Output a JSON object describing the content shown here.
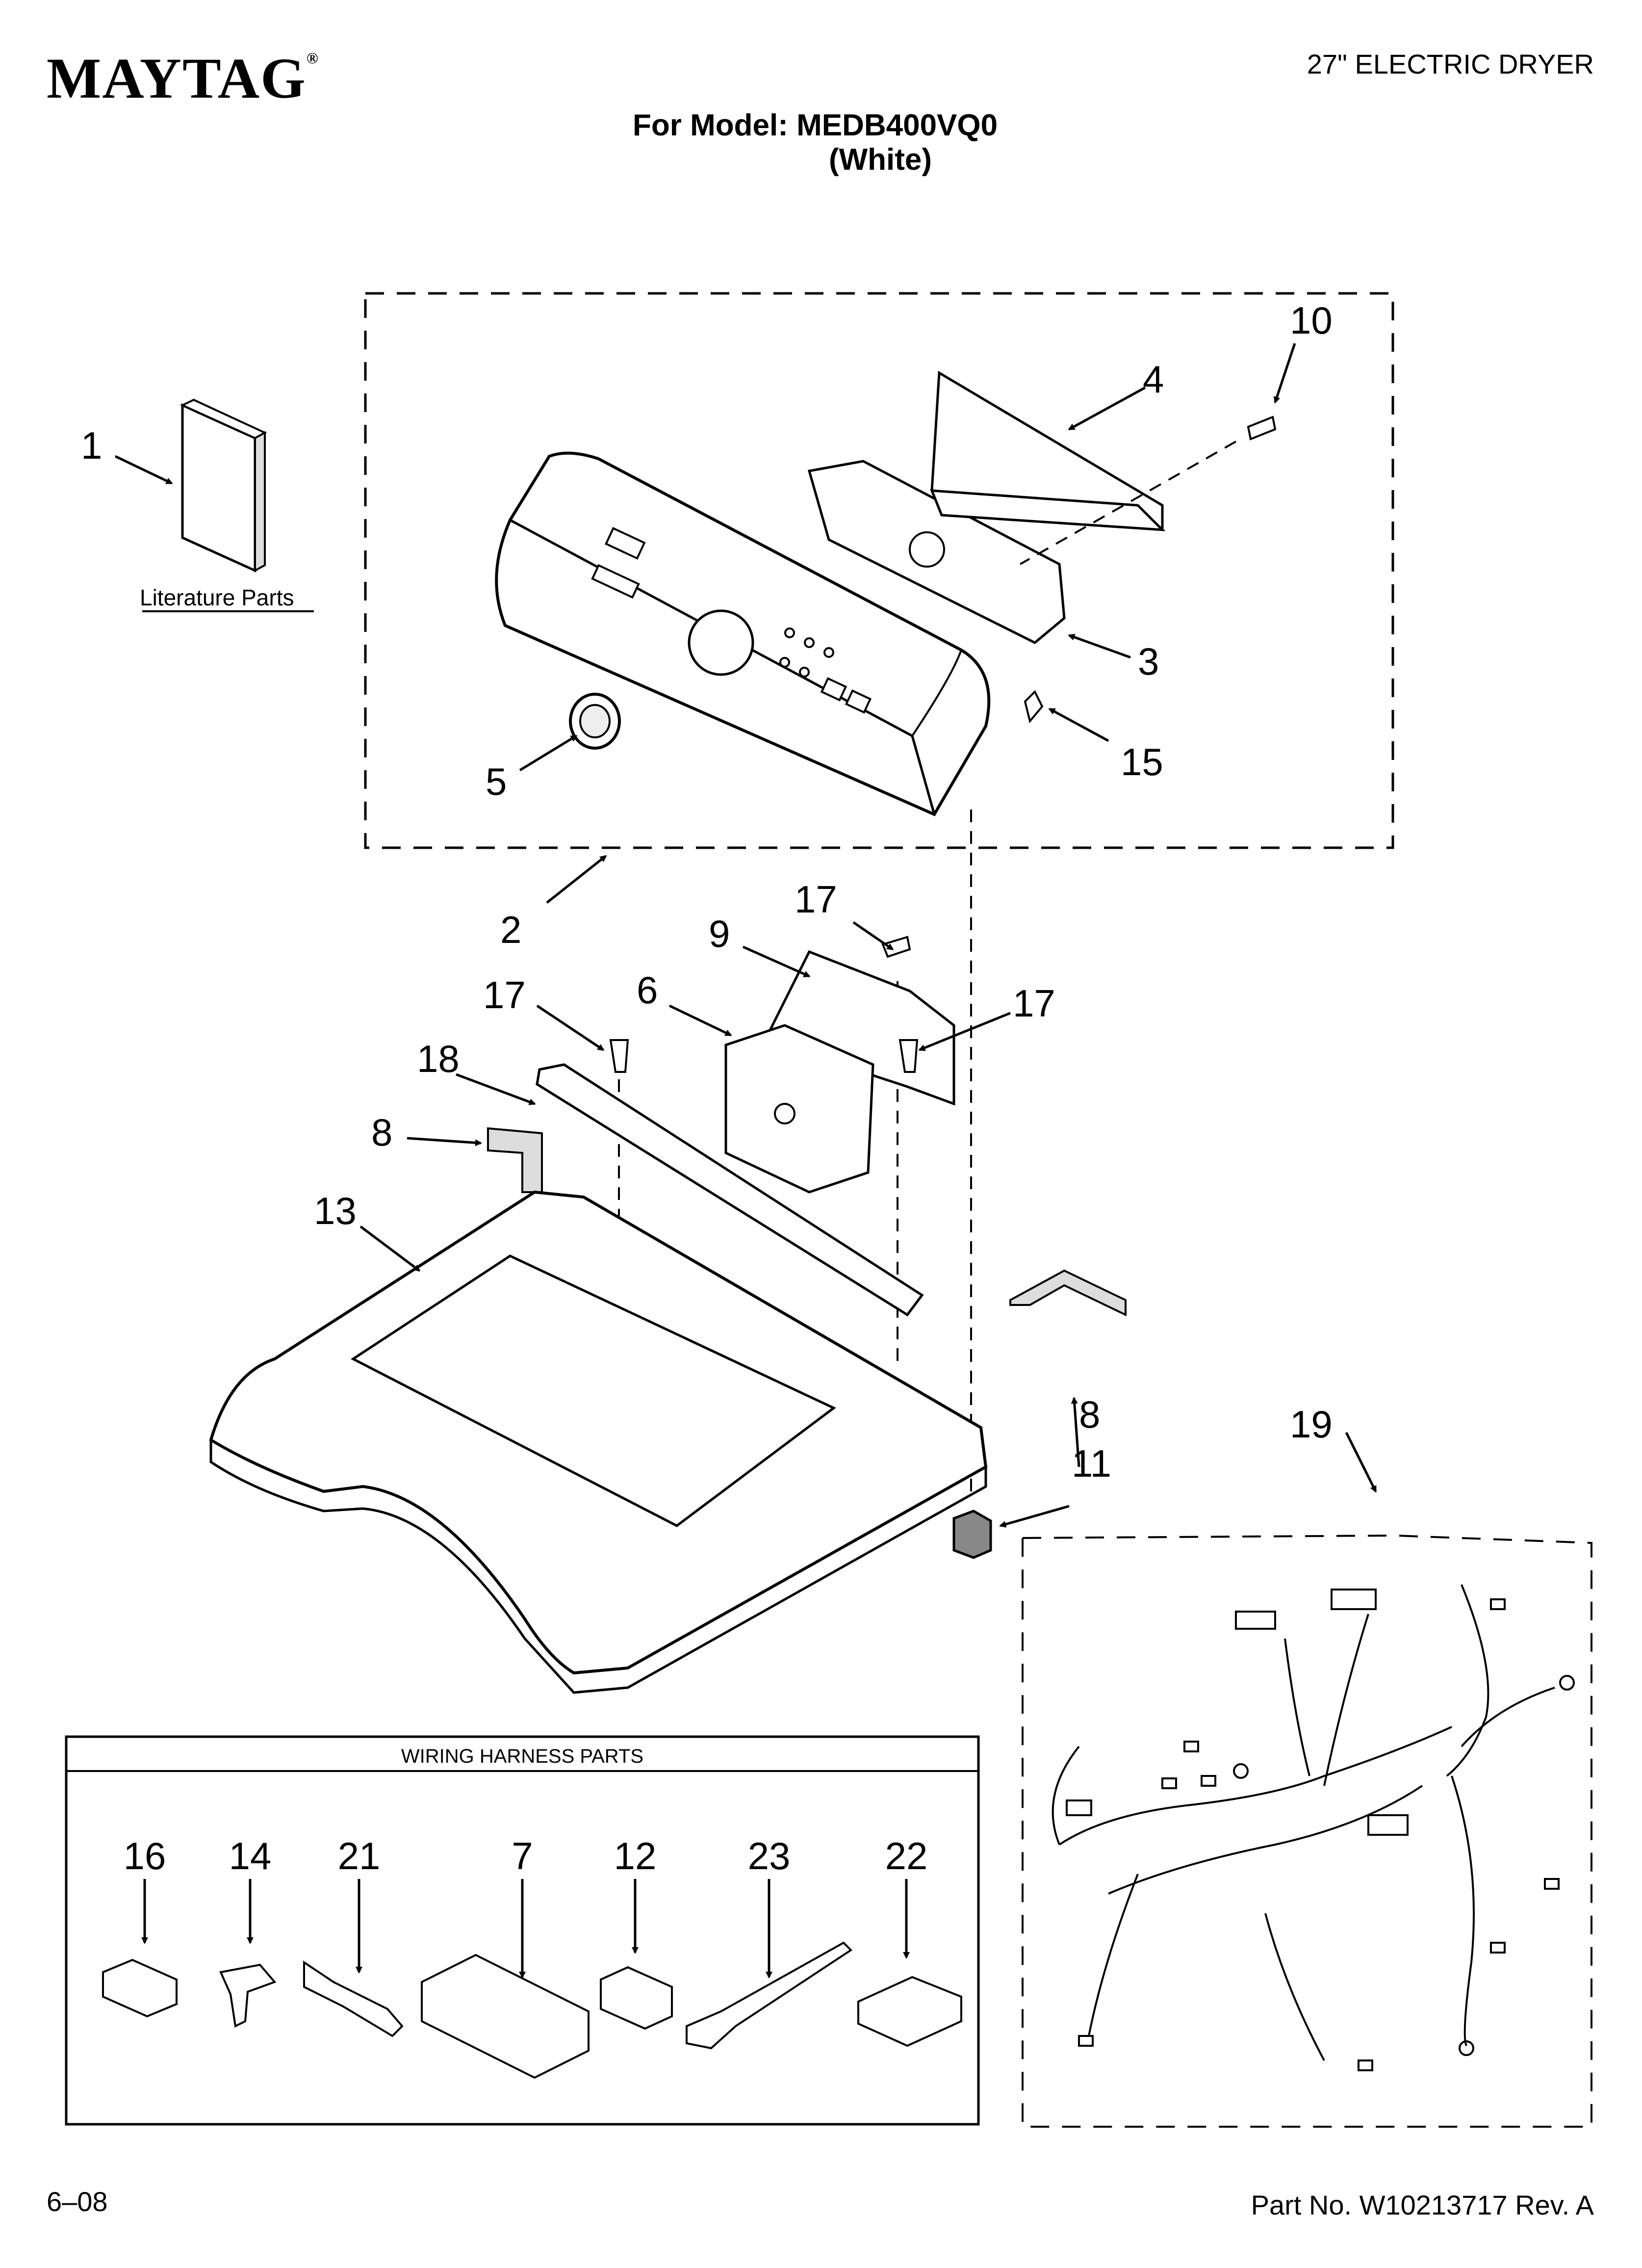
{
  "header": {
    "brand": "MAYTAG",
    "brand_mark": "®",
    "product": "27\" ELECTRIC DRYER",
    "model_line": "For Model: MEDB400VQ0",
    "model_color": "(White)"
  },
  "diagram": {
    "literature_label": "Literature Parts",
    "harness_box_title": "WIRING HARNESS PARTS",
    "callouts": {
      "c1": "1",
      "c2": "2",
      "c3": "3",
      "c4": "4",
      "c5": "5",
      "c6": "6",
      "c8a": "8",
      "c8b": "8",
      "c9": "9",
      "c10": "10",
      "c11": "11",
      "c13": "13",
      "c15": "15",
      "c17a": "17",
      "c17b": "17",
      "c17c": "17",
      "c18": "18",
      "c19": "19"
    },
    "harness_callouts": {
      "h16": "16",
      "h14": "14",
      "h21": "21",
      "h7": "7",
      "h12": "12",
      "h23": "23",
      "h22": "22"
    }
  },
  "footer": {
    "date": "6–08",
    "part_number": "Part No. W10213717 Rev. A"
  }
}
